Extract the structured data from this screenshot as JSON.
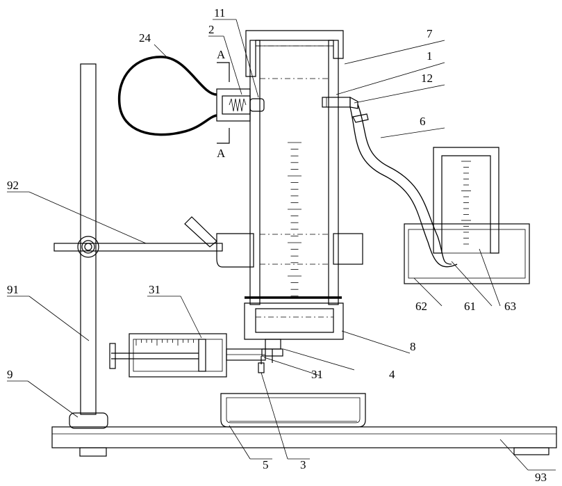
{
  "labels": {
    "l24": "24",
    "l11": "11",
    "l2": "2",
    "l7": "7",
    "l1": "1",
    "l12": "12",
    "lA1": "A",
    "lA2": "A",
    "l6": "6",
    "l92": "92",
    "l91": "91",
    "l31a": "31",
    "l8": "8",
    "l31b": "31",
    "l4": "4",
    "l9": "9",
    "l62": "62",
    "l61": "61",
    "l63": "63",
    "l5": "5",
    "l3": "3",
    "l93": "93"
  },
  "colors": {
    "line": "#000000",
    "background": "#ffffff"
  }
}
